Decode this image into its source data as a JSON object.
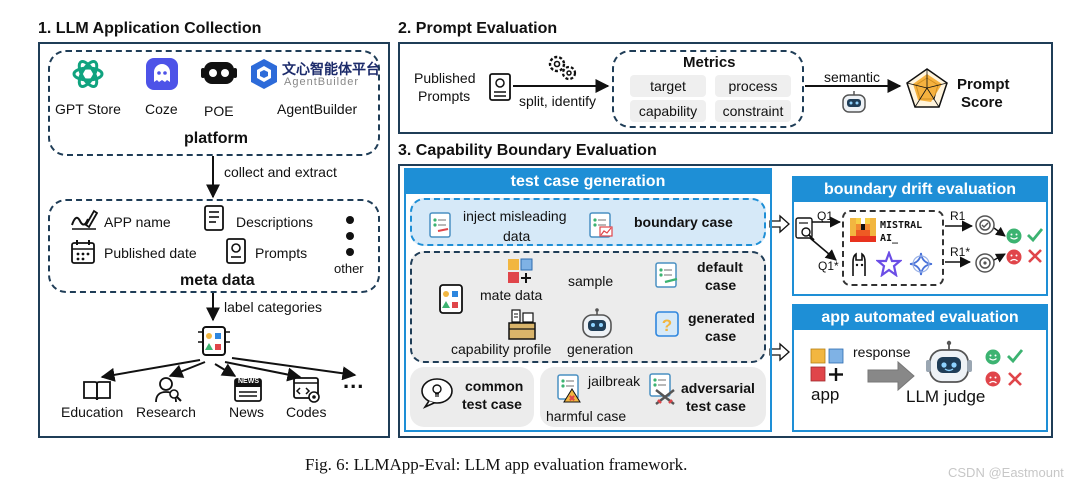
{
  "section1": {
    "title": "1. LLM Application Collection",
    "platforms": [
      "GPT Store",
      "Coze",
      "POE",
      "AgentBuilder"
    ],
    "agentbuilder_logo_text": "文心智能体平台",
    "agentbuilder_logo_sub": "AgentBuilder",
    "platform_label": "platform",
    "collect_label": "collect and extract",
    "meta_items": [
      "APP name",
      "Descriptions",
      "Published date",
      "Prompts"
    ],
    "other_label": "other",
    "meta_label": "meta data",
    "label_categories": "label categories",
    "categories": [
      "Education",
      "Research",
      "News",
      "Codes"
    ],
    "news_icon_text": "NEWS",
    "ellipsis": "..."
  },
  "section2": {
    "title": "2. Prompt Evaluation",
    "input_line1": "Published",
    "input_line2": "Prompts",
    "split_label": "split, identify",
    "metrics_title": "Metrics",
    "metrics": [
      "target",
      "process",
      "capability",
      "constraint"
    ],
    "semantic_label": "semantic",
    "score_line1": "Prompt",
    "score_line2": "Score"
  },
  "section3": {
    "title": "3. Capability Boundary Evaluation",
    "tcg_header": "test case generation",
    "inject_line1": "inject misleading",
    "inject_line2": "data",
    "boundary_case": "boundary case",
    "mate_data": "mate data",
    "sample": "sample",
    "default_case_1": "default",
    "default_case_2": "case",
    "capability_profile": "capability profile",
    "generation": "generation",
    "generated_case_1": "generated",
    "generated_case_2": "case",
    "common_case_1": "common",
    "common_case_2": "test case",
    "jailbreak": "jailbreak",
    "harmful_case": "harmful case",
    "adversarial_case_1": "adversarial",
    "adversarial_case_2": "test case",
    "drift_header": "boundary drift evaluation",
    "q1": "Q1",
    "q1_star": "Q1*",
    "r1": "R1",
    "r1_star": "R1*",
    "mistral_line1": "MISTRAL",
    "mistral_line2": "AI_",
    "auto_header": "app automated evaluation",
    "response": "response",
    "app": "app",
    "llm_judge": "LLM judge"
  },
  "caption": "Fig. 6: LLMApp-Eval: LLM app evaluation framework.",
  "watermark": "CSDN @Eastmount",
  "colors": {
    "frame": "#1f3d57",
    "header_blue": "#1e8fd6",
    "light_blue": "#d6e9f8",
    "grey_fill": "#ececec",
    "check_green": "#3cb371",
    "cross_red": "#e0454a"
  }
}
